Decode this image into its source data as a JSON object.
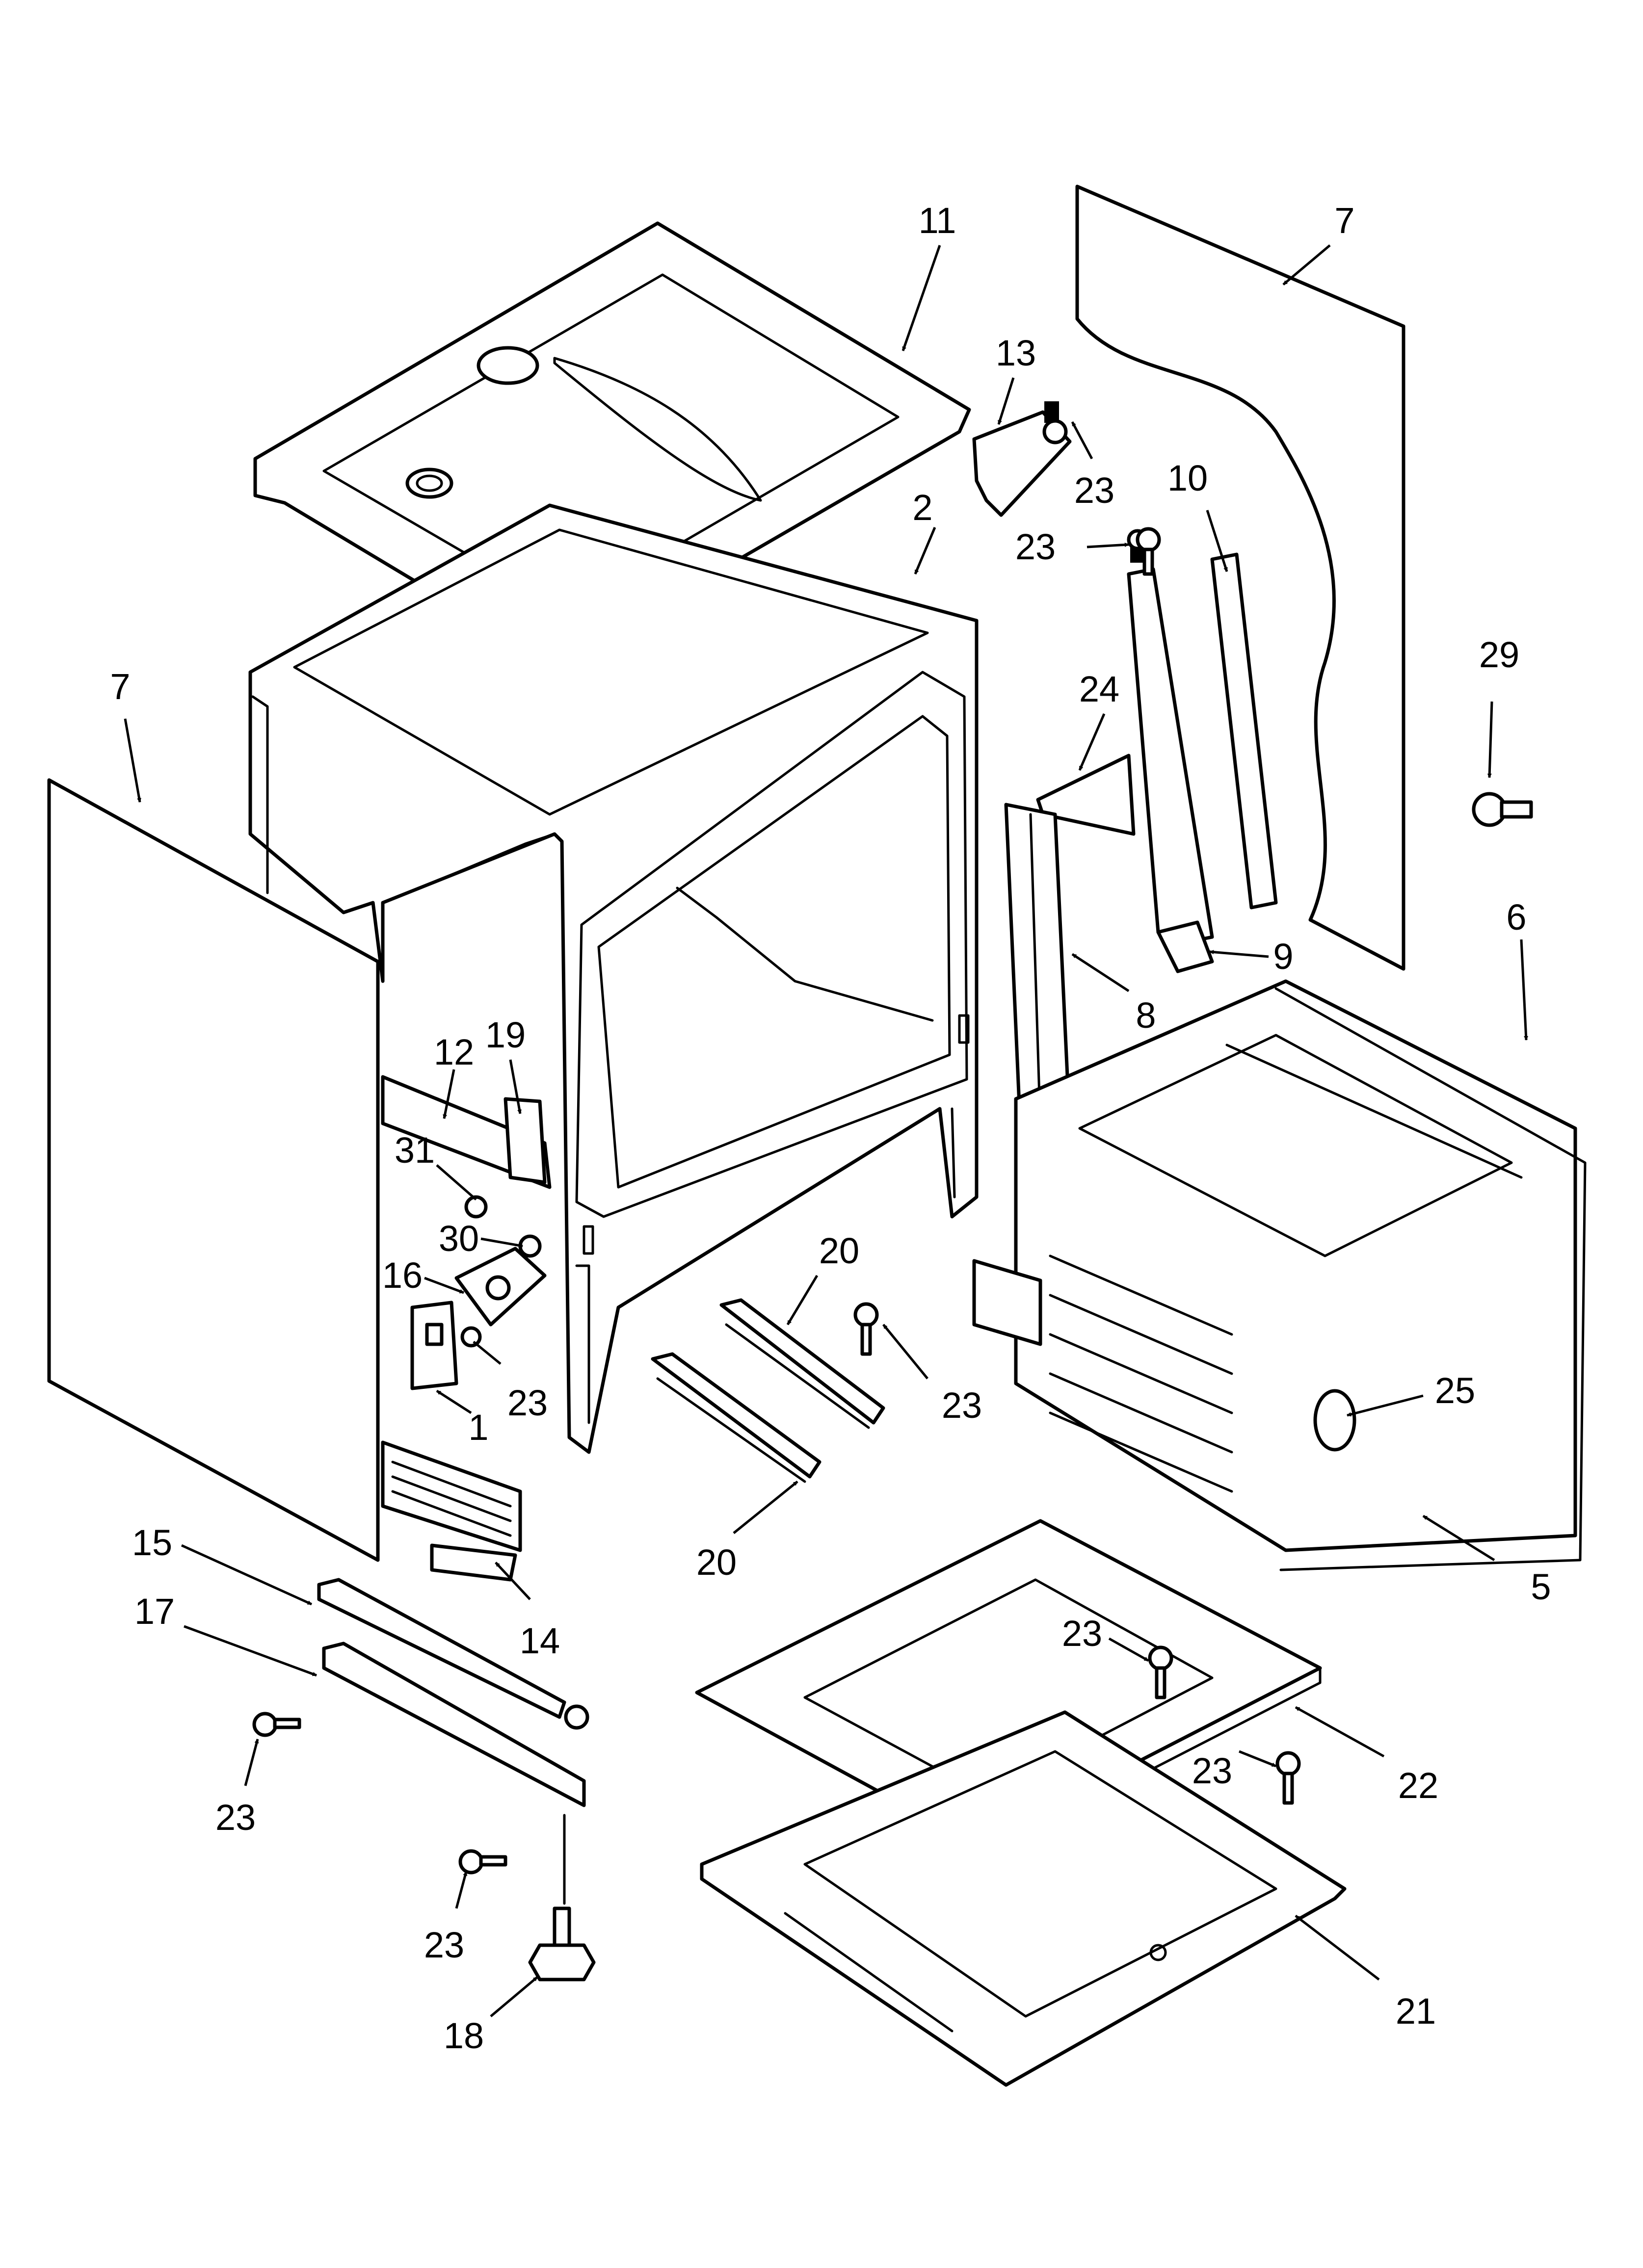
{
  "callouts": [
    {
      "id": "c-11",
      "label": "11"
    },
    {
      "id": "c-7a",
      "label": "7"
    },
    {
      "id": "c-13",
      "label": "13"
    },
    {
      "id": "c-23a",
      "label": "23"
    },
    {
      "id": "c-2",
      "label": "2"
    },
    {
      "id": "c-23b",
      "label": "23"
    },
    {
      "id": "c-10",
      "label": "10"
    },
    {
      "id": "c-7b",
      "label": "7"
    },
    {
      "id": "c-29",
      "label": "29"
    },
    {
      "id": "c-24",
      "label": "24"
    },
    {
      "id": "c-9",
      "label": "9"
    },
    {
      "id": "c-8",
      "label": "8"
    },
    {
      "id": "c-6",
      "label": "6"
    },
    {
      "id": "c-12",
      "label": "12"
    },
    {
      "id": "c-19",
      "label": "19"
    },
    {
      "id": "c-31",
      "label": "31"
    },
    {
      "id": "c-30",
      "label": "30"
    },
    {
      "id": "c-16",
      "label": "16"
    },
    {
      "id": "c-23c",
      "label": "23"
    },
    {
      "id": "c-1",
      "label": "1"
    },
    {
      "id": "c-20a",
      "label": "20"
    },
    {
      "id": "c-23d",
      "label": "23"
    },
    {
      "id": "c-25",
      "label": "25"
    },
    {
      "id": "c-20b",
      "label": "20"
    },
    {
      "id": "c-5",
      "label": "5"
    },
    {
      "id": "c-15",
      "label": "15"
    },
    {
      "id": "c-14",
      "label": "14"
    },
    {
      "id": "c-17",
      "label": "17"
    },
    {
      "id": "c-23e",
      "label": "23"
    },
    {
      "id": "c-22",
      "label": "22"
    },
    {
      "id": "c-23f",
      "label": "23"
    },
    {
      "id": "c-23g",
      "label": "23"
    },
    {
      "id": "c-23h",
      "label": "23"
    },
    {
      "id": "c-21",
      "label": "21"
    },
    {
      "id": "c-18",
      "label": "18"
    }
  ]
}
